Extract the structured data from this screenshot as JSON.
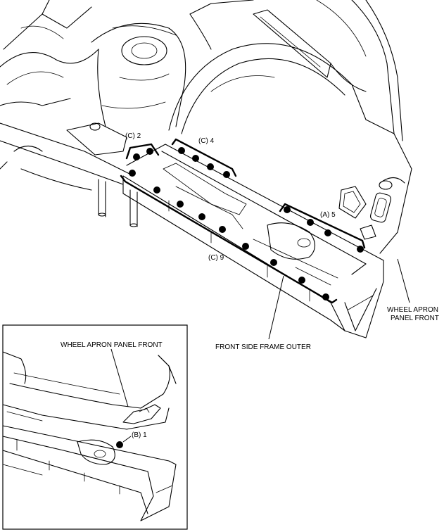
{
  "labels": {
    "c2": "(C) 2",
    "c4": "(C) 4",
    "a5": "(A) 5",
    "c9": "(C) 9",
    "b1": "(B) 1",
    "wheel_apron_line1": "WHEEL APRON",
    "wheel_apron_line2": "PANEL FRONT",
    "front_side_frame_outer": "FRONT SIDE FRAME OUTER",
    "inset_wheel_apron": "WHEEL APRON PANEL FRONT"
  },
  "spot_welds": {
    "C2": 2,
    "C4": 4,
    "A5": 5,
    "C9": 9,
    "B1": 1
  },
  "colors": {
    "line": "#000000",
    "background": "#ffffff"
  }
}
